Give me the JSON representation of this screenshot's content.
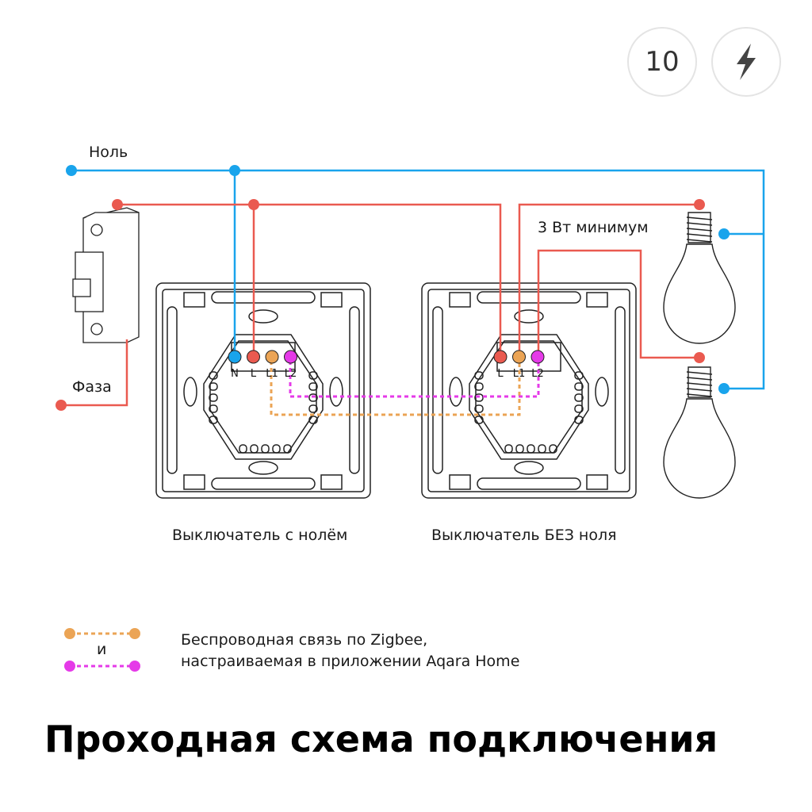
{
  "badges": {
    "number": "10",
    "icon": "lightning-icon"
  },
  "labels": {
    "neutral": "Ноль",
    "phase": "Фаза",
    "min_power": "3 Вт минимум",
    "switch_with_neutral": "Выключатель с нолём",
    "switch_without_neutral": "Выключатель БЕЗ ноля"
  },
  "terminals": {
    "left": [
      "N",
      "L",
      "L1",
      "L2"
    ],
    "right": [
      "L",
      "L1",
      "L2"
    ]
  },
  "legend": {
    "and": "и",
    "line1": "Беспроводная связь по Zigbee,",
    "line2": "настраиваемая в приложении Aqara Home"
  },
  "title": "Проходная схема подключения",
  "colors": {
    "neutral": "#19a4ec",
    "phase": "#ea5a50",
    "l1": "#eba455",
    "l2": "#e53ae8",
    "outline": "#222222"
  }
}
